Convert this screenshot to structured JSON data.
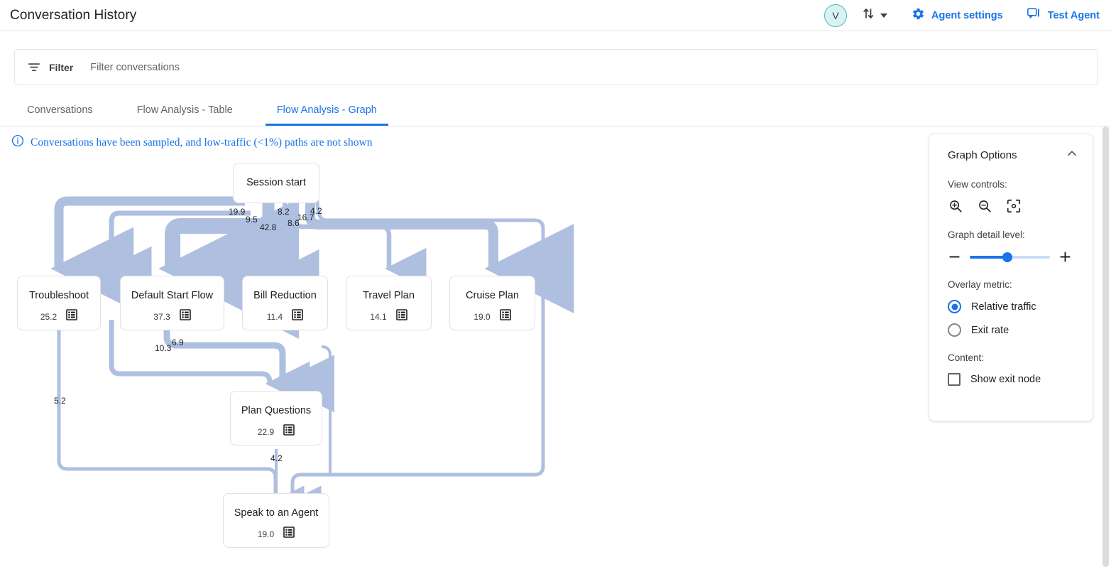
{
  "header": {
    "title": "Conversation History",
    "avatar_initial": "V",
    "sort_icon": "sort-arrows-icon",
    "caret_icon": "chevron-down-icon",
    "actions": [
      {
        "label": "Agent settings",
        "icon": "gear-icon"
      },
      {
        "label": "Test Agent",
        "icon": "chat-bubble-icon"
      }
    ]
  },
  "filter": {
    "icon": "filter-icon",
    "label": "Filter",
    "placeholder": "Filter conversations",
    "value": ""
  },
  "tabs": [
    {
      "label": "Conversations",
      "active": false
    },
    {
      "label": "Flow Analysis - Table",
      "active": false
    },
    {
      "label": "Flow Analysis - Graph",
      "active": true
    }
  ],
  "banner": {
    "icon": "info-icon",
    "text": "Conversations have been sampled, and low-traffic (<1%) paths are not shown"
  },
  "panel": {
    "title": "Graph Options",
    "collapse_icon": "chevron-up-icon",
    "view_controls_label": "View controls:",
    "view_controls": [
      {
        "name": "zoom-in-icon"
      },
      {
        "name": "zoom-out-icon"
      },
      {
        "name": "fit-to-screen-icon"
      }
    ],
    "detail_level_label": "Graph detail level:",
    "detail_minus_icon": "minus-icon",
    "detail_plus_icon": "plus-icon",
    "detail_value": 41,
    "overlay_metric_label": "Overlay metric:",
    "overlay_options": [
      {
        "label": "Relative traffic",
        "selected": true
      },
      {
        "label": "Exit rate",
        "selected": false
      }
    ],
    "content_label": "Content:",
    "content_options": [
      {
        "label": "Show exit node",
        "checked": false
      }
    ]
  },
  "colors": {
    "accent": "#1a73e8",
    "edge": "#aebfe0",
    "text": "#202124",
    "muted": "#5f6368",
    "avatar_bg": "#d9f2f4",
    "avatar_border": "#4db6bd"
  },
  "chart_data": {
    "type": "diagram",
    "title": "Flow Analysis - Graph",
    "overlay_metric": "Relative traffic",
    "nodes": [
      {
        "id": "session_start",
        "label": "Session start",
        "value": null,
        "icon": null
      },
      {
        "id": "troubleshoot",
        "label": "Troubleshoot",
        "value": "25.2",
        "icon": "table-icon"
      },
      {
        "id": "default_start_flow",
        "label": "Default Start Flow",
        "value": "37.3",
        "icon": "table-icon"
      },
      {
        "id": "bill_reduction",
        "label": "Bill Reduction",
        "value": "11.4",
        "icon": "table-icon"
      },
      {
        "id": "travel_plan",
        "label": "Travel Plan",
        "value": "14.1",
        "icon": "table-icon"
      },
      {
        "id": "cruise_plan",
        "label": "Cruise Plan",
        "value": "19.0",
        "icon": "table-icon"
      },
      {
        "id": "plan_questions",
        "label": "Plan Questions",
        "value": "22.9",
        "icon": "table-icon"
      },
      {
        "id": "speak_to_an_agent",
        "label": "Speak to an Agent",
        "value": "19.0",
        "icon": "table-icon"
      }
    ],
    "edges": [
      {
        "from": "session_start",
        "to": "troubleshoot",
        "label": "19.9"
      },
      {
        "from": "session_start",
        "to": "default_start_flow",
        "label": "9.5"
      },
      {
        "from": "session_start",
        "to": "bill_reduction",
        "label": "42.8"
      },
      {
        "from": "session_start",
        "to": "travel_plan",
        "label": "8.2"
      },
      {
        "from": "session_start",
        "to": "cruise_plan",
        "label": "8.6"
      },
      {
        "from": "session_start",
        "to": "plan_questions",
        "label": "16.7"
      },
      {
        "from": "session_start",
        "to": "speak_to_an_agent",
        "label": "4.2"
      },
      {
        "from": "default_start_flow",
        "to": "plan_questions",
        "label": "10.3"
      },
      {
        "from": "default_start_flow",
        "to": "plan_questions",
        "label": "6.9"
      },
      {
        "from": "troubleshoot",
        "to": "speak_to_an_agent",
        "label": "5.2"
      },
      {
        "from": "plan_questions",
        "to": "speak_to_an_agent",
        "label": "4.2"
      }
    ]
  }
}
